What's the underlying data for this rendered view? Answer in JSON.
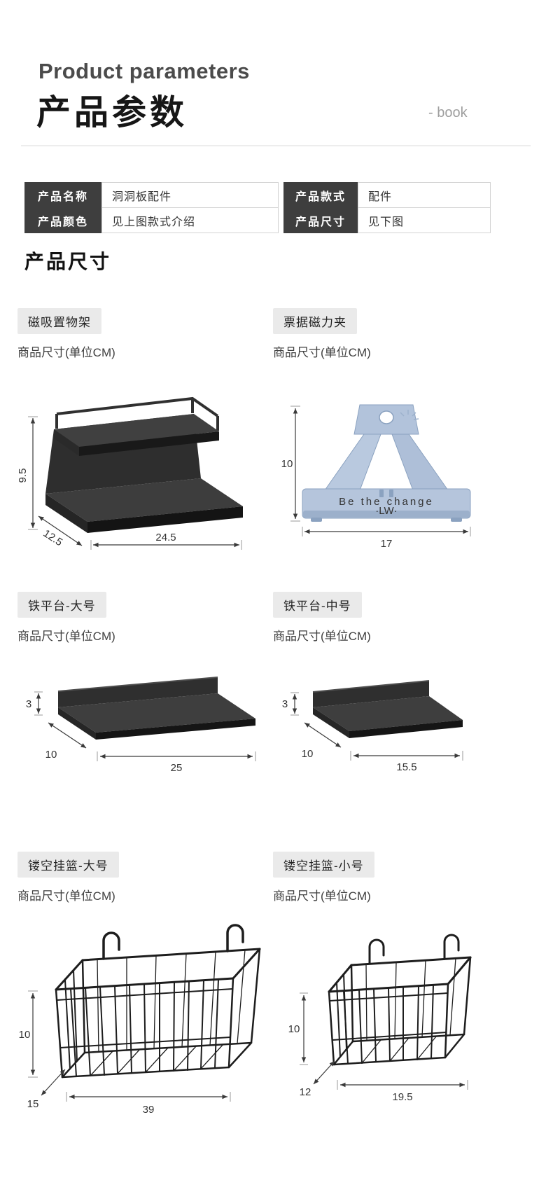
{
  "header": {
    "title_en": "Product parameters",
    "title_zh": "产品参数",
    "side_note": "- book"
  },
  "spec_table": {
    "rows": [
      {
        "cells": [
          {
            "label": "产品名称",
            "value": "洞洞板配件"
          },
          {
            "label": "产品款式",
            "value": "配件"
          }
        ]
      },
      {
        "cells": [
          {
            "label": "产品颜色",
            "value": "见上图款式介绍"
          },
          {
            "label": "产品尺寸",
            "value": "见下图"
          }
        ]
      }
    ]
  },
  "section_title": "产品尺寸",
  "size_note": "商品尺寸(单位CM)",
  "products": [
    {
      "name": "磁吸置物架",
      "dims": {
        "height": "9.5",
        "depth": "12.5",
        "width": "24.5"
      }
    },
    {
      "name": "票据磁力夹",
      "dims": {
        "height": "10",
        "width": "17"
      },
      "clip_text": "Be  the  change",
      "clip_mark": "·LW·"
    },
    {
      "name": "铁平台-大号",
      "dims": {
        "height": "3",
        "depth": "10",
        "width": "25"
      }
    },
    {
      "name": "铁平台-中号",
      "dims": {
        "height": "3",
        "depth": "10",
        "width": "15.5"
      }
    },
    {
      "name": "镂空挂篮-大号",
      "dims": {
        "height": "10",
        "depth": "15",
        "width": "39"
      }
    },
    {
      "name": "镂空挂篮-小号",
      "dims": {
        "height": "10",
        "depth": "12",
        "width": "19.5"
      }
    }
  ],
  "colors": {
    "label_dark": "#3e3e3e",
    "tag_bg": "#eaeaea",
    "metal_dark": "#2e2e2e",
    "clip_blue": "#b5c5dc"
  }
}
